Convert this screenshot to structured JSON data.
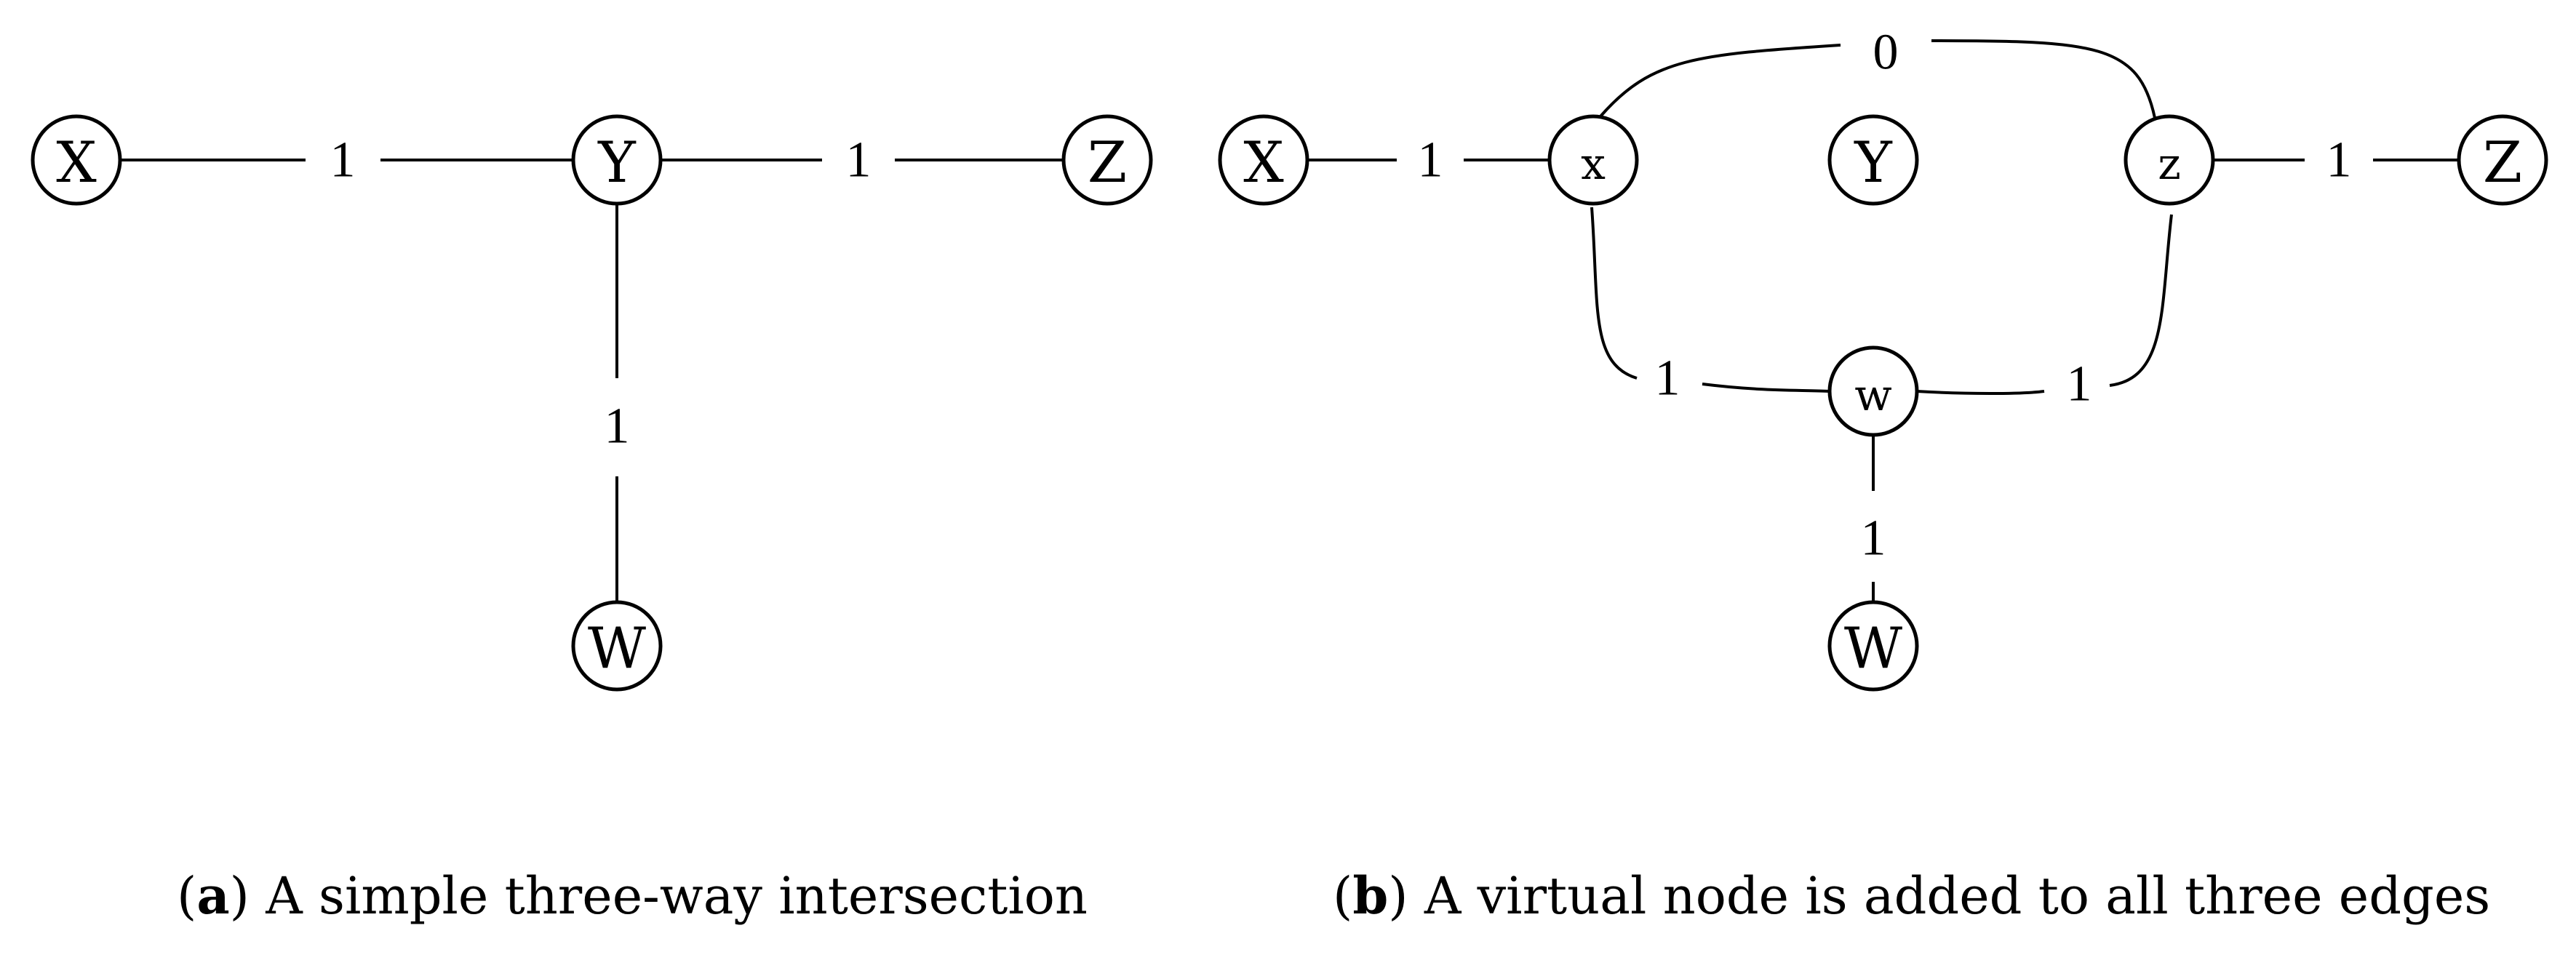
{
  "panel_a": {
    "nodes": {
      "X": "X",
      "Y": "Y",
      "Z": "Z",
      "W": "W"
    },
    "edge_labels": {
      "XY": "1",
      "YZ": "1",
      "YW": "1"
    },
    "caption": {
      "letter": "a",
      "text": "A simple three-way intersection"
    }
  },
  "panel_b": {
    "nodes": {
      "X": "X",
      "x": "x",
      "Y": "Y",
      "z": "z",
      "Z": "Z",
      "w": "w",
      "W": "W"
    },
    "edge_labels": {
      "Xx": "1",
      "xz": "0",
      "zZ": "1",
      "xw": "1",
      "wz": "1",
      "wW": "1"
    },
    "caption": {
      "letter": "b",
      "text": "A virtual node is added to all three edges"
    }
  }
}
